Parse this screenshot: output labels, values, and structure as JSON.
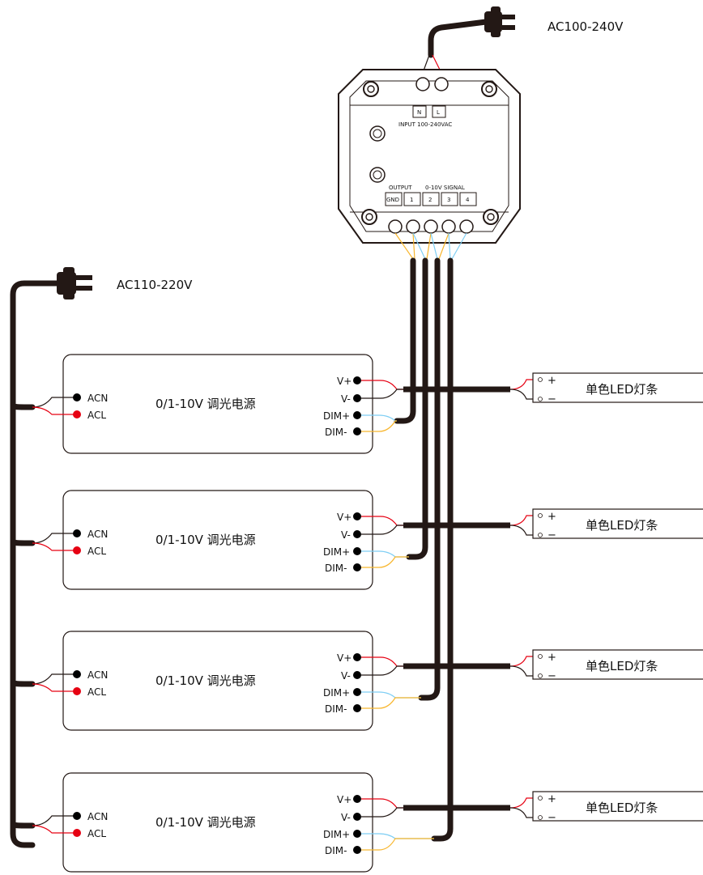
{
  "controller": {
    "power_label": "AC100-240V",
    "terminal_n": "N",
    "terminal_l": "L",
    "input_label": "INPUT  100-240VAC",
    "output_label": "OUTPUT",
    "signal_label": "0-10V SIGNAL",
    "terminals": [
      "GND",
      "1",
      "2",
      "3",
      "4"
    ]
  },
  "mains": {
    "label": "AC110-220V"
  },
  "drivers": [
    {
      "title": "0/1-10V 调光电源",
      "acn": "ACN",
      "acl": "ACL",
      "vplus": "V+",
      "vminus": "V-",
      "dimplus": "DIM+",
      "dimminus": "DIM-"
    },
    {
      "title": "0/1-10V 调光电源",
      "acn": "ACN",
      "acl": "ACL",
      "vplus": "V+",
      "vminus": "V-",
      "dimplus": "DIM+",
      "dimminus": "DIM-"
    },
    {
      "title": "0/1-10V 调光电源",
      "acn": "ACN",
      "acl": "ACL",
      "vplus": "V+",
      "vminus": "V-",
      "dimplus": "DIM+",
      "dimminus": "DIM-"
    },
    {
      "title": "0/1-10V 调光电源",
      "acn": "ACN",
      "acl": "ACL",
      "vplus": "V+",
      "vminus": "V-",
      "dimplus": "DIM+",
      "dimminus": "DIM-"
    }
  ],
  "strips": [
    {
      "label": "单色LED灯条",
      "plus": "+",
      "minus": "−"
    },
    {
      "label": "单色LED灯条",
      "plus": "+",
      "minus": "−"
    },
    {
      "label": "单色LED灯条",
      "plus": "+",
      "minus": "−"
    },
    {
      "label": "单色LED灯条",
      "plus": "+",
      "minus": "−"
    }
  ],
  "colors": {
    "cable": "#231815",
    "red": "#e60012",
    "blue": "#7ecef4",
    "yellow": "#f8b62d",
    "black_dot": "#000000",
    "red_dot": "#e60012"
  }
}
